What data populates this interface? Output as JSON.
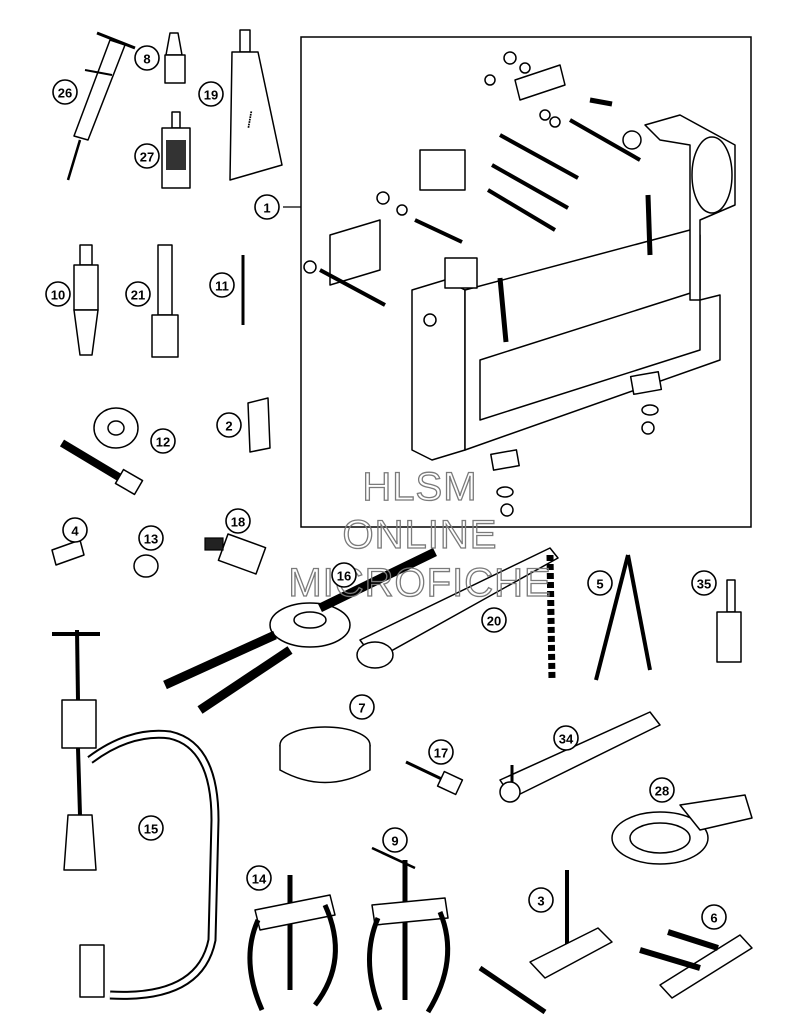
{
  "diagram": {
    "callouts": [
      {
        "id": "c1",
        "label": "1"
      },
      {
        "id": "c2",
        "label": "2"
      },
      {
        "id": "c3",
        "label": "3"
      },
      {
        "id": "c4",
        "label": "4"
      },
      {
        "id": "c5",
        "label": "5"
      },
      {
        "id": "c6",
        "label": "6"
      },
      {
        "id": "c7",
        "label": "7"
      },
      {
        "id": "c8",
        "label": "8"
      },
      {
        "id": "c9",
        "label": "9"
      },
      {
        "id": "c10",
        "label": "10"
      },
      {
        "id": "c11",
        "label": "11"
      },
      {
        "id": "c12",
        "label": "12"
      },
      {
        "id": "c13",
        "label": "13"
      },
      {
        "id": "c14",
        "label": "14"
      },
      {
        "id": "c15",
        "label": "15"
      },
      {
        "id": "c16",
        "label": "16"
      },
      {
        "id": "c17",
        "label": "17"
      },
      {
        "id": "c18",
        "label": "18"
      },
      {
        "id": "c19",
        "label": "19"
      },
      {
        "id": "c20",
        "label": "20"
      },
      {
        "id": "c21",
        "label": "21"
      },
      {
        "id": "c26",
        "label": "26"
      },
      {
        "id": "c27",
        "label": "27"
      },
      {
        "id": "c28",
        "label": "28"
      },
      {
        "id": "c34",
        "label": "34"
      },
      {
        "id": "c35",
        "label": "35"
      }
    ]
  },
  "watermark": {
    "line1": "HLSM",
    "line2": "ONLINE",
    "line3": "MICROFICHE"
  }
}
